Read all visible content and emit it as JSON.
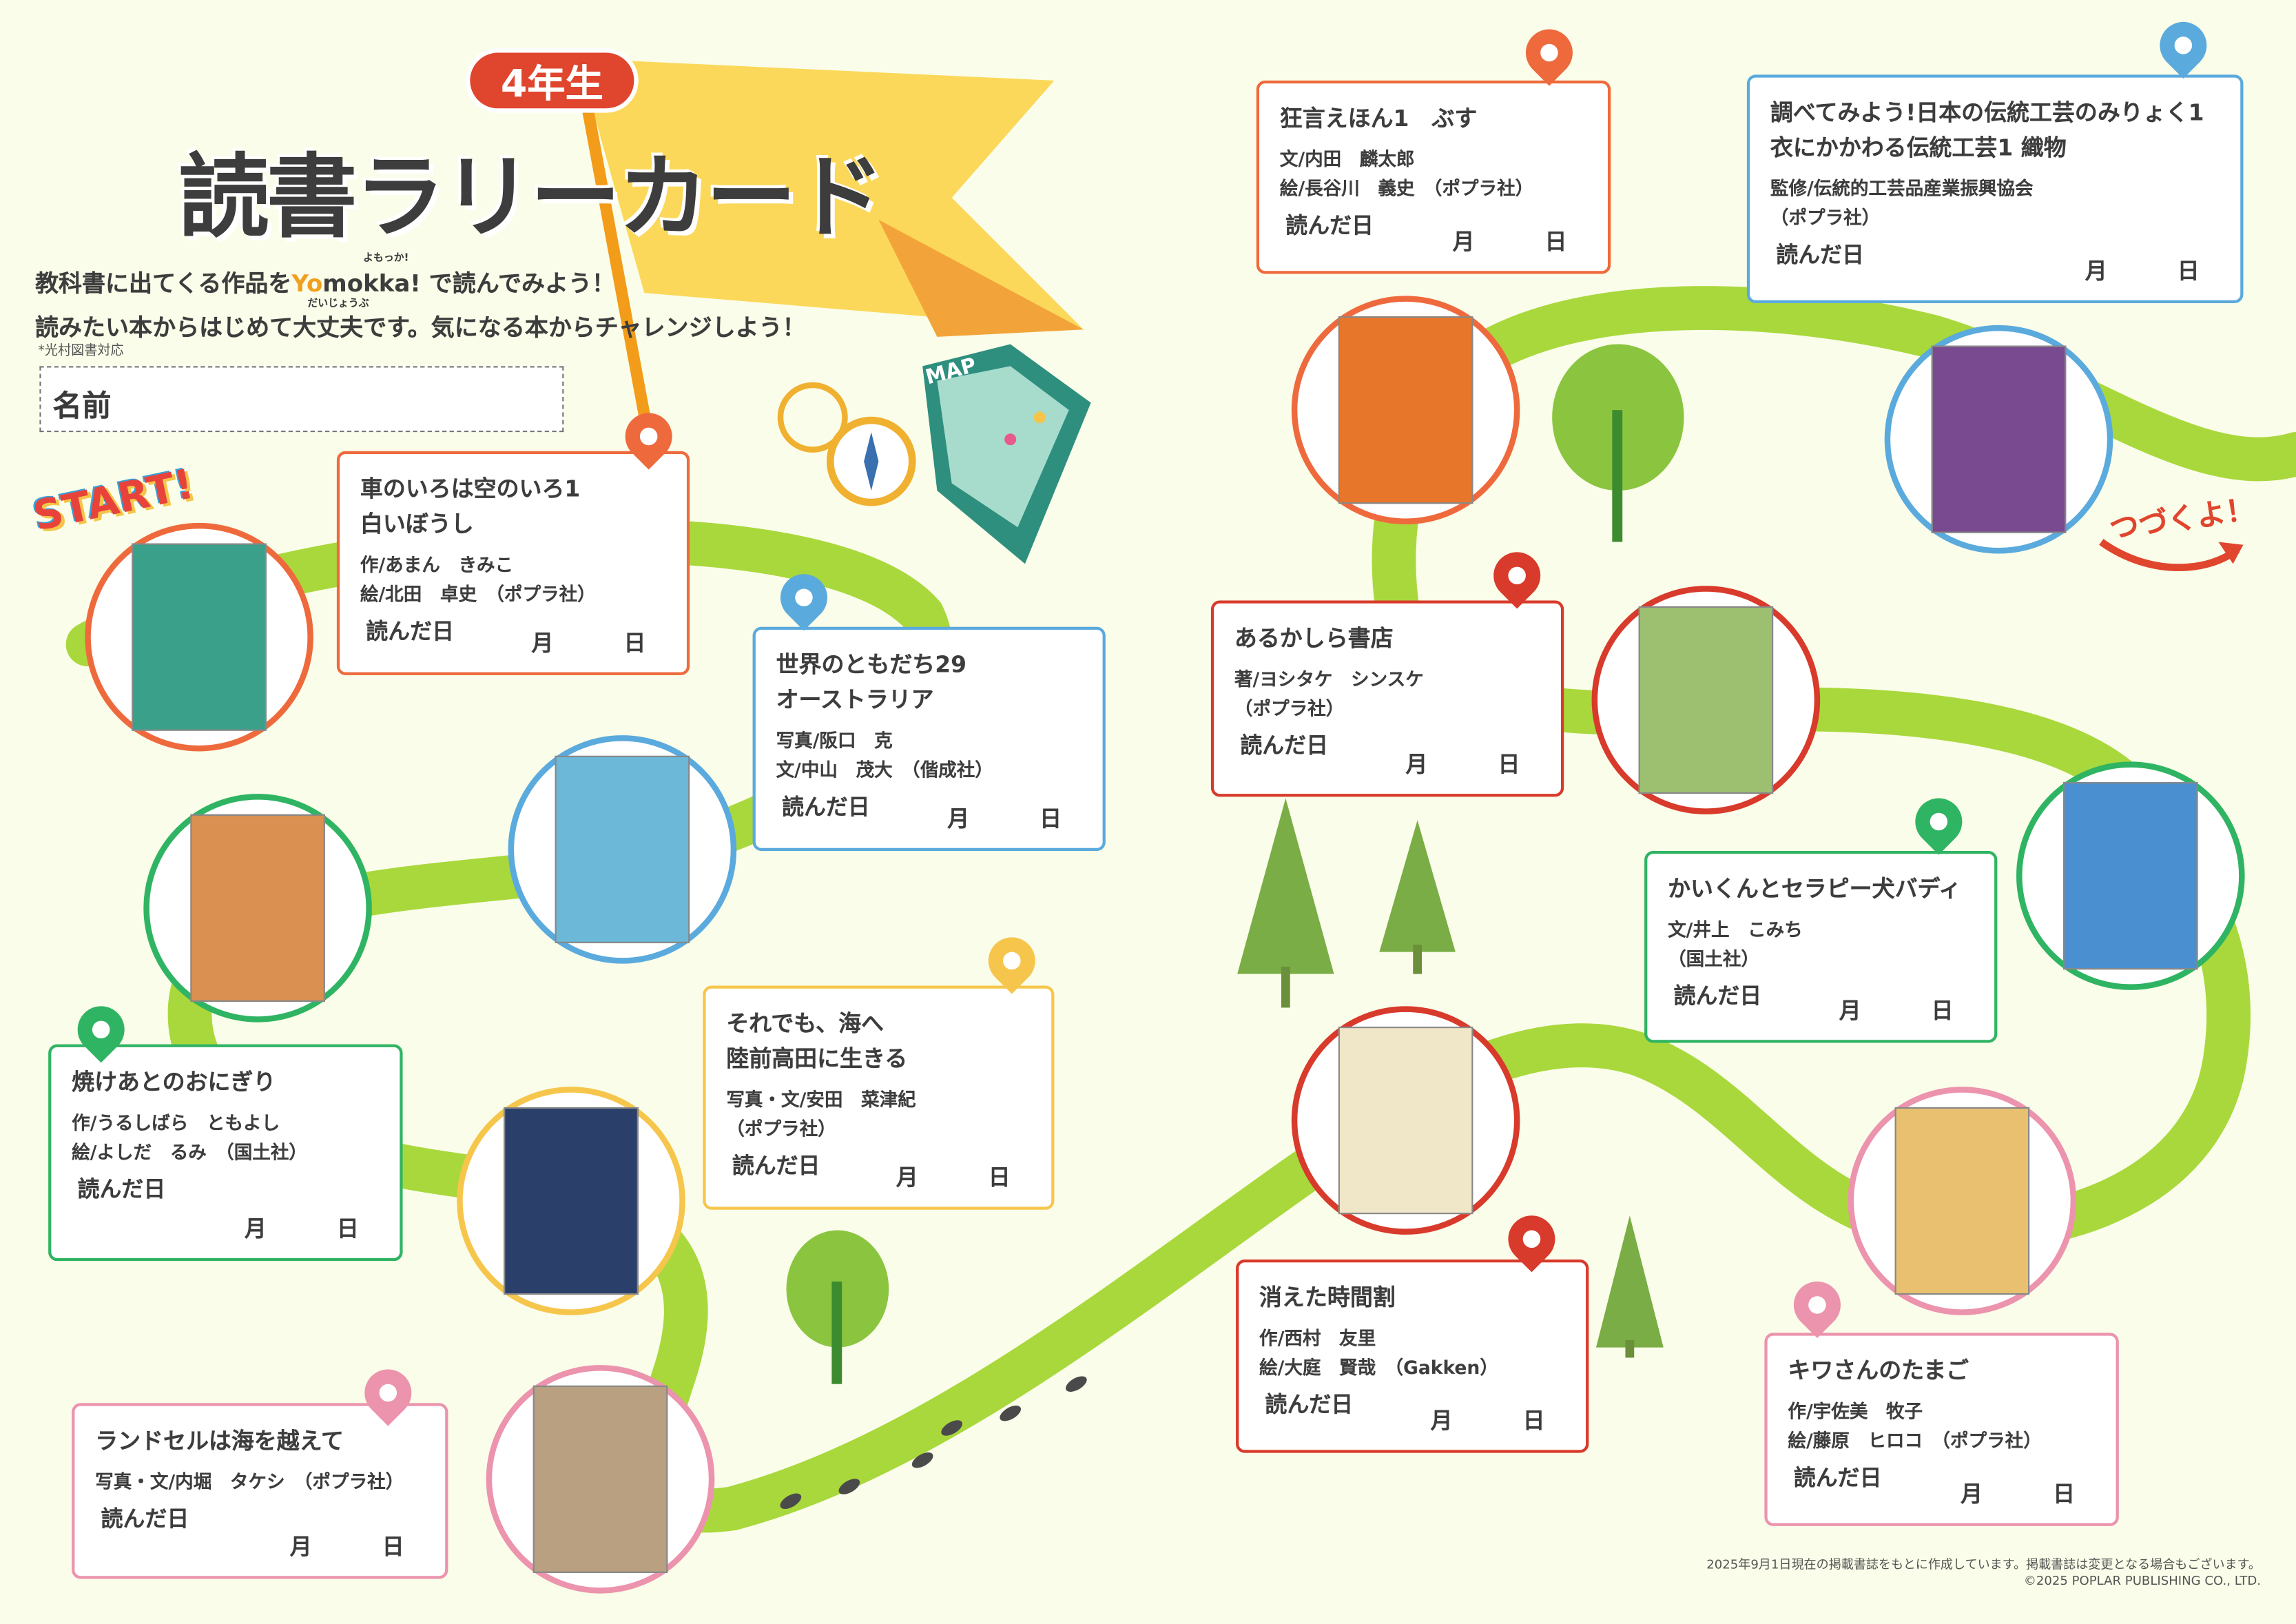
{
  "header": {
    "grade": "4年生",
    "title": "読書ラリーカード",
    "intro_line1_prefix": "教科書に出てくる作品を",
    "brand_yo": "Yo",
    "brand_rest": "mokka!",
    "brand_ruby": "よもっか!",
    "intro_line1_suffix": "で読んでみよう！",
    "intro_line2": "読みたい本からはじめて大丈夫です。気になる本からチャレンジしよう！",
    "intro_line2_ruby": "だいじょうぶ",
    "note": "*光村図書対応",
    "name_label": "名前"
  },
  "labels": {
    "start": "START!",
    "continue": "つづくよ！",
    "map": "MAP",
    "read_date": "読んだ日",
    "month": "月",
    "day": "日"
  },
  "colors": {
    "orange": "#ee6a3d",
    "blue": "#5aaadd",
    "green": "#2fb463",
    "yellow": "#f6c64c",
    "pink": "#ec93ad",
    "red": "#d83a2b",
    "road": "#a9d83c",
    "background": "#fafde9"
  },
  "books": [
    {
      "title": [
        "車のいろは空のいろ1",
        "白いぼうし"
      ],
      "credits": [
        "作/あまん　きみこ",
        "絵/北田　卓史　（ポプラ社）"
      ],
      "color": "#ee6a3d",
      "cover": "#3aa08a"
    },
    {
      "title": [
        "世界のともだち29",
        "オーストラリア"
      ],
      "credits": [
        "写真/阪口　克",
        "文/中山　茂大　（偕成社）"
      ],
      "color": "#5aaadd",
      "cover": "#6bb8d8"
    },
    {
      "title": [
        "焼けあとのおにぎり"
      ],
      "credits": [
        "作/うるしばら　ともよし",
        "絵/よしだ　るみ　（国土社）"
      ],
      "color": "#2fb463",
      "cover": "#d99050"
    },
    {
      "title": [
        "それでも、海へ",
        "陸前高田に生きる"
      ],
      "credits": [
        "写真・文/安田　菜津紀",
        "（ポプラ社）"
      ],
      "color": "#f6c64c",
      "cover": "#2a3f6a"
    },
    {
      "title": [
        "ランドセルは海を越えて"
      ],
      "credits": [
        "写真・文/内堀　タケシ　（ポプラ社）"
      ],
      "color": "#ec93ad",
      "cover": "#b8a080"
    },
    {
      "title": [
        "狂言えほん1　ぶす"
      ],
      "credits": [
        "文/内田　麟太郎",
        "絵/長谷川　義史　（ポプラ社）"
      ],
      "color": "#ee6a3d",
      "cover": "#e8762a"
    },
    {
      "title": [
        "調べてみよう!日本の伝統工芸のみりょく1",
        "衣にかかわる伝統工芸1 織物"
      ],
      "credits": [
        "監修/伝統的工芸品産業振興協会",
        "（ポプラ社）"
      ],
      "color": "#5aaadd",
      "cover": "#7a4a90"
    },
    {
      "title": [
        "あるかしら書店"
      ],
      "credits": [
        "著/ヨシタケ　シンスケ",
        "（ポプラ社）"
      ],
      "color": "#d83a2b",
      "cover": "#9cc070"
    },
    {
      "title": [
        "かいくんとセラピー犬バディ"
      ],
      "credits": [
        "文/井上　こみち",
        "（国土社）"
      ],
      "color": "#2fb463",
      "cover": "#4a90d0"
    },
    {
      "title": [
        "消えた時間割"
      ],
      "credits": [
        "作/西村　友里",
        "絵/大庭　賢哉　（Gakken）"
      ],
      "color": "#d83a2b",
      "cover": "#f0e6c8"
    },
    {
      "title": [
        "キワさんのたまご"
      ],
      "credits": [
        "作/宇佐美　牧子",
        "絵/藤原　ヒロコ　（ポプラ社）"
      ],
      "color": "#ec93ad",
      "cover": "#e8c070"
    }
  ],
  "footer": {
    "disclaimer": "2025年9月1日現在の掲載書誌をもとに作成しています。掲載書誌は変更となる場合もございます。",
    "copyright": "©2025 POPLAR PUBLISHING CO., LTD."
  }
}
